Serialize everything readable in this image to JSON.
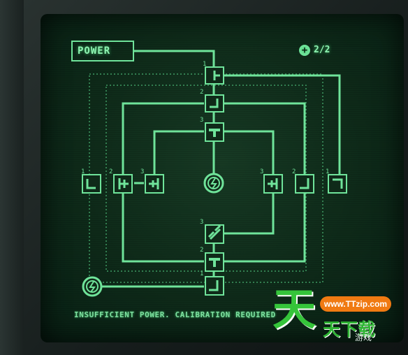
{
  "hud": {
    "power_label": "POWER",
    "counter_icon": "plus-icon",
    "counter_text": "2/2"
  },
  "status_message": "INSUFFICIENT POWER. CALIBRATION REQUIRED",
  "board": {
    "nodes": [
      {
        "name": "node-top-1",
        "label": "1",
        "glyph": "t-right"
      },
      {
        "name": "node-top-2",
        "label": "2",
        "glyph": "corner-bl"
      },
      {
        "name": "node-top-3",
        "label": "3",
        "glyph": "t-down"
      },
      {
        "name": "node-left-1",
        "label": "1",
        "glyph": "corner-bl"
      },
      {
        "name": "node-left-2",
        "label": "2",
        "glyph": "t-right"
      },
      {
        "name": "node-left-3",
        "label": "3",
        "glyph": "t-left"
      },
      {
        "name": "node-right-3",
        "label": "3",
        "glyph": "t-left"
      },
      {
        "name": "node-right-2",
        "label": "2",
        "glyph": "corner-br"
      },
      {
        "name": "node-right-1",
        "label": "1",
        "glyph": "corner-tl"
      },
      {
        "name": "node-bottom-3",
        "label": "3",
        "glyph": "diagonal"
      },
      {
        "name": "node-bottom-2",
        "label": "2",
        "glyph": "t-down"
      },
      {
        "name": "node-bottom-1",
        "label": "1",
        "glyph": "corner-bl"
      }
    ],
    "core_icon": "power-bolt-icon",
    "source_icon": "power-bolt-icon"
  },
  "colors": {
    "phosphor": "#6fe39a",
    "phosphor_dim": "#3f9a63",
    "screen_bg": "#0e2a19"
  },
  "watermark": {
    "url": "www.TTzip.com",
    "big_char": "天",
    "sub_chars": "天下载",
    "small_chars": "游戏"
  }
}
